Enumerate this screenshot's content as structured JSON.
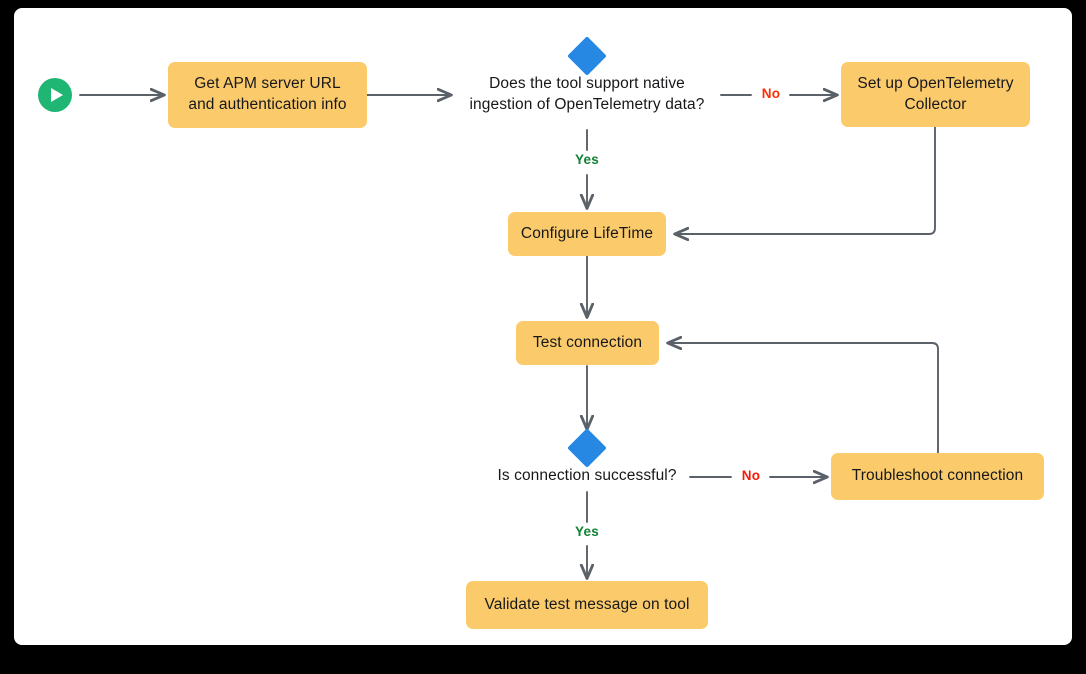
{
  "diagram": {
    "title": "OpenTelemetry APM integration flowchart",
    "background_color": "#000000",
    "canvas_color": "#ffffff",
    "node_fill": "#FBCB6B",
    "decision_color": "#2688E3",
    "start_color": "#1FB573",
    "edge_color": "#5B6168",
    "yes_color": "#128236",
    "no_color": "#FA3003"
  },
  "start": {
    "icon": "play-circle-icon",
    "label": ""
  },
  "nodes": {
    "get_apm": {
      "line1": "Get APM server URL",
      "line2": "and authentication info"
    },
    "setup_otel": {
      "line1": "Set up OpenTelemetry",
      "line2": "Collector"
    },
    "configure_lifetime": {
      "label": "Configure LifeTime"
    },
    "test_connection": {
      "label": "Test connection"
    },
    "troubleshoot": {
      "label": "Troubleshoot  connection"
    },
    "validate": {
      "label": "Validate test message on tool"
    }
  },
  "decisions": {
    "native_ingestion": {
      "line1": "Does the tool support native",
      "line2": "ingestion of OpenTelemetry data?"
    },
    "connection_success": {
      "label": "Is connection successful?"
    }
  },
  "edge_labels": {
    "native_yes": "Yes",
    "native_no": "No",
    "conn_yes": "Yes",
    "conn_no": "No"
  }
}
